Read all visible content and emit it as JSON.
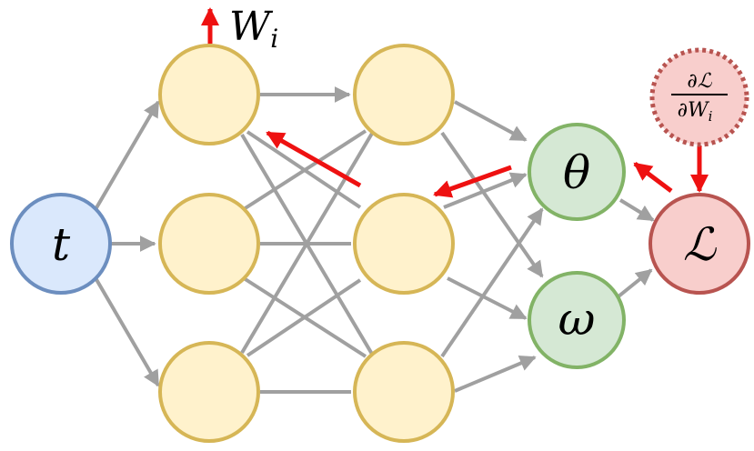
{
  "nodes": {
    "input": {
      "label": "t"
    },
    "output_theta": {
      "label": "θ"
    },
    "output_omega": {
      "label": "ω"
    },
    "loss": {
      "label": "ℒ"
    }
  },
  "annotations": {
    "weight_label": "Wi",
    "weight_label_base": "W",
    "weight_label_sub": "i",
    "gradient_numerator": "∂ℒ",
    "gradient_denominator_base": "∂W",
    "gradient_denominator_sub": "i"
  },
  "colors": {
    "input_fill": "#dae8fc",
    "input_stroke": "#6c8ebf",
    "hidden_fill": "#fff2cc",
    "hidden_stroke": "#d6b656",
    "output_fill": "#d5e8d4",
    "output_stroke": "#82b366",
    "loss_fill": "#f8cecc",
    "loss_stroke": "#b85450",
    "edge": "#a0a0a0",
    "gradient_arrow": "#ee1111"
  }
}
